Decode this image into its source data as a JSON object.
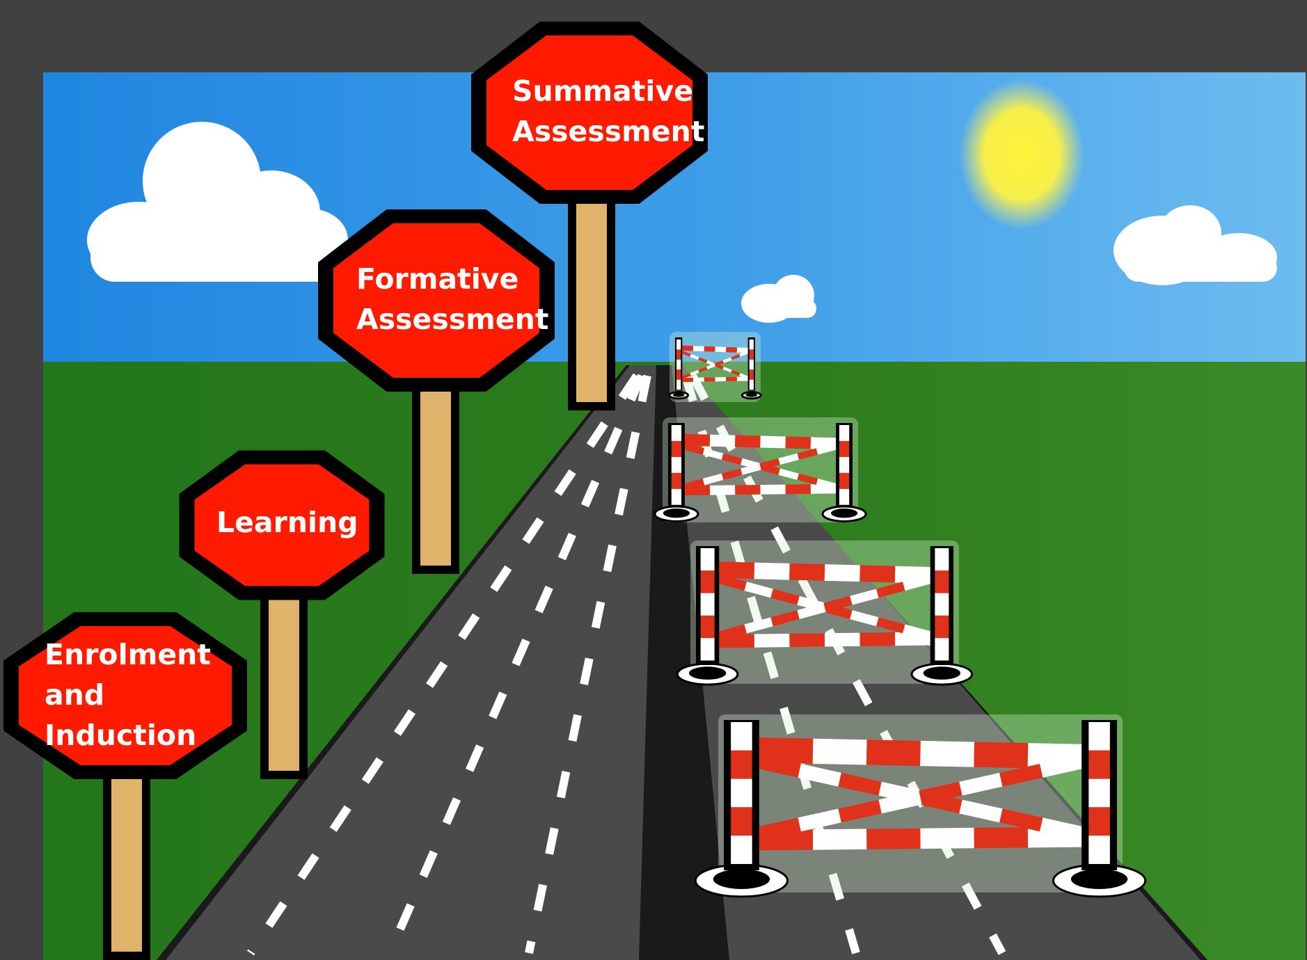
{
  "diagram": {
    "type": "road-journey-infographic",
    "signs": [
      {
        "id": "enrolment",
        "lines": [
          "Enrolment",
          "and",
          "Induction"
        ]
      },
      {
        "id": "learning",
        "lines": [
          "Learning"
        ]
      },
      {
        "id": "formative",
        "lines": [
          "Formative",
          "Assessment"
        ]
      },
      {
        "id": "summative",
        "lines": [
          "Summative",
          "Assessment"
        ]
      }
    ],
    "barrier_count": 4,
    "colors": {
      "frame": "#414141",
      "sky": "#2e8fe0",
      "grass": "#2e7d1e",
      "road": "#4a4a4a",
      "sign_red": "#ff1a00",
      "sign_post": "#e0b36a",
      "sun": "#fff23a",
      "barrier_red": "#e0321a"
    }
  }
}
